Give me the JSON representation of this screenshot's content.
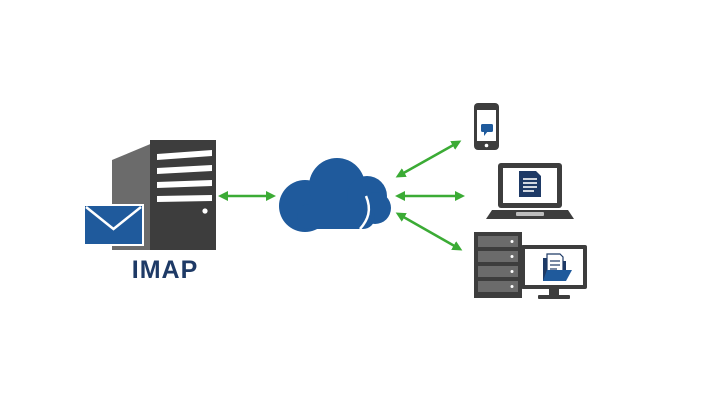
{
  "diagram": {
    "server_label": "IMAP",
    "nodes": [
      {
        "name": "mail-server",
        "icon": "server-with-envelope-icon"
      },
      {
        "name": "cloud",
        "icon": "cloud-icon"
      },
      {
        "name": "smartphone",
        "icon": "smartphone-chat-icon"
      },
      {
        "name": "laptop",
        "icon": "laptop-document-icon"
      },
      {
        "name": "desktop-workstation",
        "icon": "server-rack-and-monitor-folder-icon"
      }
    ],
    "connections": [
      {
        "from": "mail-server",
        "to": "cloud",
        "direction": "bidirectional"
      },
      {
        "from": "cloud",
        "to": "smartphone",
        "direction": "bidirectional"
      },
      {
        "from": "cloud",
        "to": "laptop",
        "direction": "bidirectional"
      },
      {
        "from": "cloud",
        "to": "desktop-workstation",
        "direction": "bidirectional"
      }
    ]
  },
  "colors": {
    "navy": "#1e3a66",
    "blue": "#1f5a9c",
    "dark_gray": "#3d3d3d",
    "mid_gray": "#6b6b6b",
    "light_gray": "#bdbdbd",
    "arrow_green": "#3bab35"
  }
}
